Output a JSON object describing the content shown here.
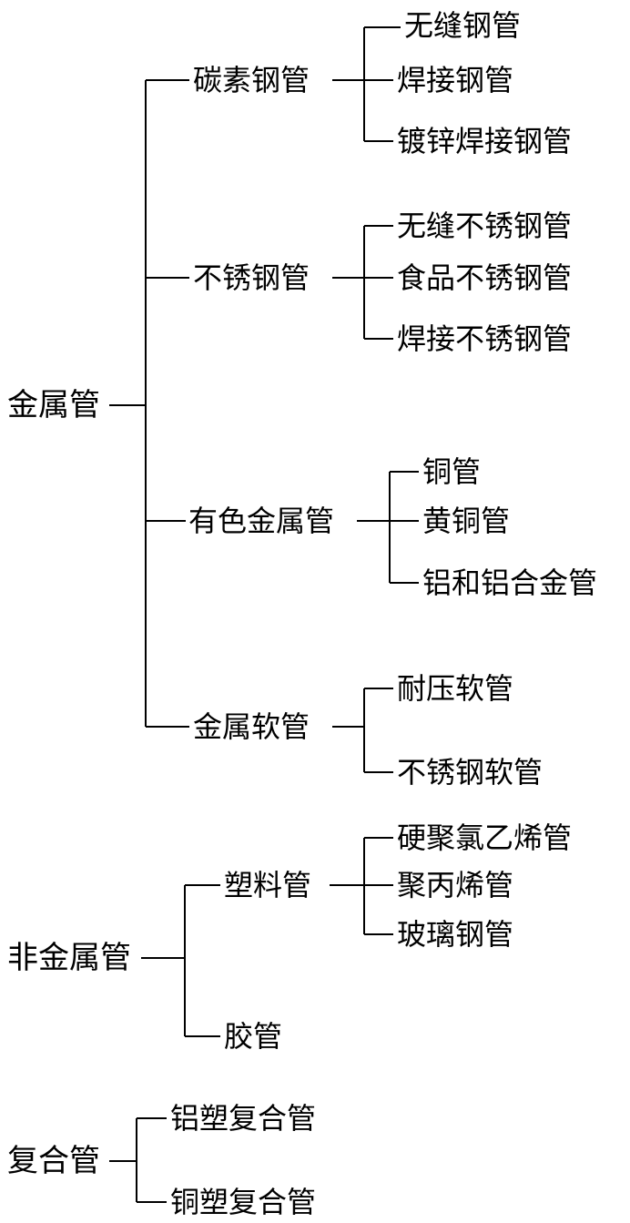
{
  "tree": {
    "metal": {
      "label": "金属管",
      "carbon": {
        "label": "碳素钢管",
        "items": [
          "无缝钢管",
          "焊接钢管",
          "镀锌焊接钢管"
        ]
      },
      "stainless": {
        "label": "不锈钢管",
        "items": [
          "无缝不锈钢管",
          "食品不锈钢管",
          "焊接不锈钢管"
        ]
      },
      "nonferrous": {
        "label": "有色金属管",
        "items": [
          "铜管",
          "黄铜管",
          "铝和铝合金管"
        ]
      },
      "hose": {
        "label": "金属软管",
        "items": [
          "耐压软管",
          "不锈钢软管"
        ]
      }
    },
    "nonmetal": {
      "label": "非金属管",
      "plastic": {
        "label": "塑料管",
        "items": [
          "硬聚氯乙烯管",
          "聚丙烯管",
          "玻璃钢管"
        ]
      },
      "rubber": {
        "label": "胶管"
      }
    },
    "composite": {
      "label": "复合管",
      "items": [
        "铝塑复合管",
        "铜塑复合管"
      ]
    }
  },
  "colors": {
    "ink": "#000000",
    "background": "#ffffff"
  }
}
